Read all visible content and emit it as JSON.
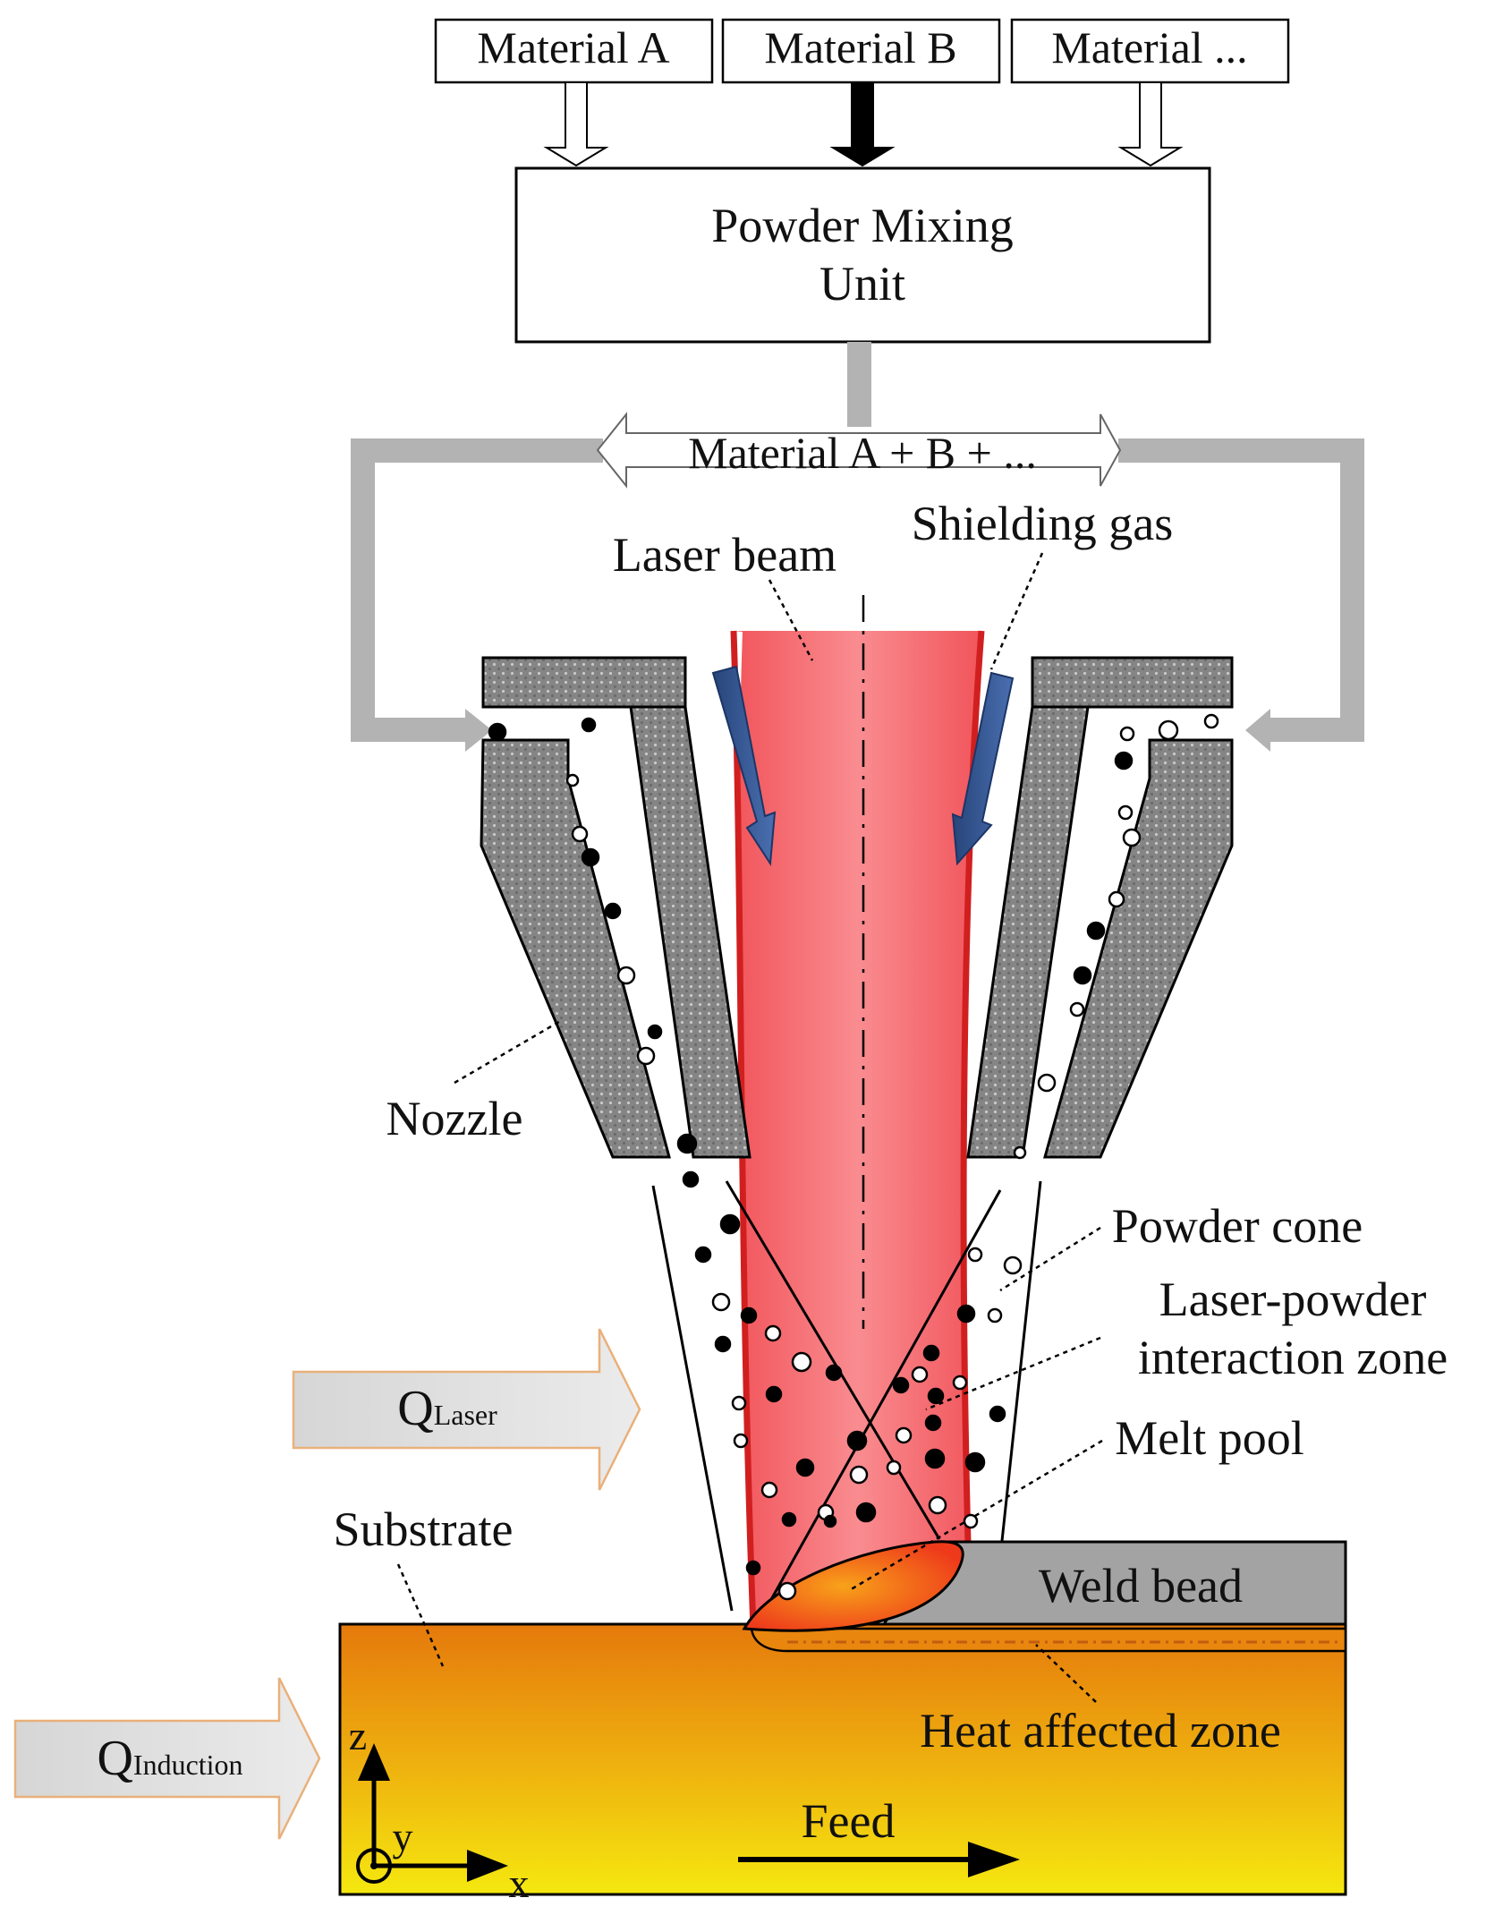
{
  "materials": [
    "Material A",
    "Material B",
    "Material ..."
  ],
  "mixing_unit": {
    "line1": "Powder Mixing",
    "line2": "Unit"
  },
  "feed_line_label": "Material A + B + ...",
  "labels": {
    "laser_beam": "Laser beam",
    "shielding_gas": "Shielding gas",
    "nozzle": "Nozzle",
    "powder_cone": "Powder cone",
    "interaction_zone_line1": "Laser-powder",
    "interaction_zone_line2": "interaction zone",
    "melt_pool": "Melt pool",
    "substrate": "Substrate",
    "weld_bead": "Weld bead",
    "heat_affected_zone": "Heat affected zone",
    "feed": "Feed"
  },
  "heat_inputs": {
    "laser": {
      "symbol": "Q",
      "subscript": "Laser"
    },
    "induction": {
      "symbol": "Q",
      "subscript": "Induction"
    }
  },
  "axes": {
    "z": "z",
    "y": "y",
    "x": "x"
  },
  "colors": {
    "laser": "#f26a6e",
    "laser_edge": "#d11f1f",
    "gas_arrow": "#2f4f8a",
    "nozzle": "#8a8a8a",
    "feed_pipe": "#b3b3b3",
    "substrate_top": "#e8820c",
    "substrate_bottom": "#f3e10c",
    "weld_bead": "#a3a3a3",
    "heat_arrow_fill": "#dcdcdc",
    "heat_arrow_edge": "#e9b07a"
  }
}
